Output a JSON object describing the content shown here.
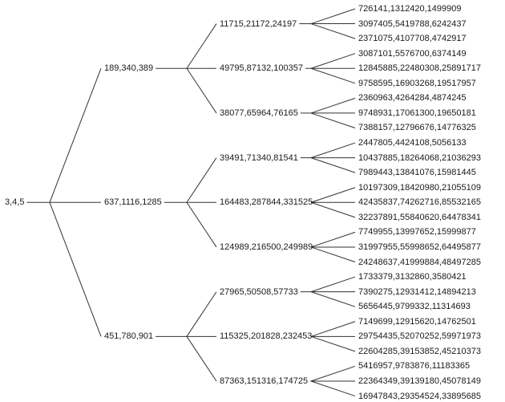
{
  "tree": {
    "label": "3,4,5",
    "children": [
      {
        "label": "189,340,389",
        "children": [
          {
            "label": "11715,21172,24197",
            "children": [
              {
                "label": "726141,1312420,1499909"
              },
              {
                "label": "3097405,5419788,6242437"
              },
              {
                "label": "2371075,4107708,4742917"
              }
            ]
          },
          {
            "label": "49795,87132,100357",
            "children": [
              {
                "label": "3087101,5576700,6374149"
              },
              {
                "label": "12845885,22480308,25891717"
              },
              {
                "label": "9758595,16903268,19517957"
              }
            ]
          },
          {
            "label": "38077,65964,76165",
            "children": [
              {
                "label": "2360963,4264284,4874245"
              },
              {
                "label": "9748931,17061300,19650181"
              },
              {
                "label": "7388157,12796676,14776325"
              }
            ]
          }
        ]
      },
      {
        "label": "637,1116,1285",
        "children": [
          {
            "label": "39491,71340,81541",
            "children": [
              {
                "label": "2447805,4424108,5056133"
              },
              {
                "label": "10437885,18264068,21036293"
              },
              {
                "label": "7989443,13841076,15981445"
              }
            ]
          },
          {
            "label": "164483,287844,331525",
            "children": [
              {
                "label": "10197309,18420980,21055109"
              },
              {
                "label": "42435837,74262716,85532165"
              },
              {
                "label": "32237891,55840620,64478341"
              }
            ]
          },
          {
            "label": "124989,216500,249989",
            "children": [
              {
                "label": "7749955,13997652,15999877"
              },
              {
                "label": "31997955,55998652,64495877"
              },
              {
                "label": "24248637,41999884,48497285"
              }
            ]
          }
        ]
      },
      {
        "label": "451,780,901",
        "children": [
          {
            "label": "27965,50508,57733",
            "children": [
              {
                "label": "1733379,3132860,3580421"
              },
              {
                "label": "7390275,12931412,14894213"
              },
              {
                "label": "5656445,9799332,11314693"
              }
            ]
          },
          {
            "label": "115325,201828,232453",
            "children": [
              {
                "label": "7149699,12915620,14762501"
              },
              {
                "label": "29754435,52070252,59971973"
              },
              {
                "label": "22604285,39153852,45210373"
              }
            ]
          },
          {
            "label": "87363,151316,174725",
            "children": [
              {
                "label": "5416957,9783876,11183365"
              },
              {
                "label": "22364349,39139180,45078149"
              },
              {
                "label": "16947843,29354524,33895685"
              }
            ]
          }
        ]
      }
    ]
  }
}
